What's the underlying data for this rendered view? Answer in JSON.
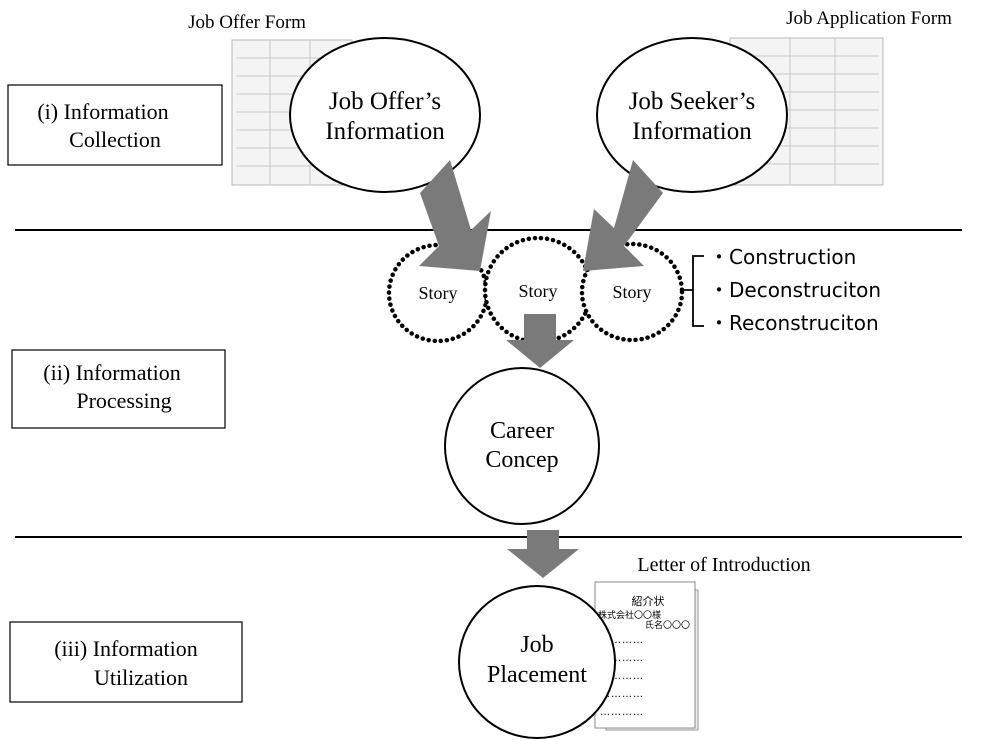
{
  "forms": {
    "job_offer_form": "Job Offer Form",
    "job_application_form": "Job Application Form",
    "letter_of_introduction": "Letter of Introduction"
  },
  "stages": [
    {
      "lines": [
        "(i) Information",
        "Collection"
      ]
    },
    {
      "lines": [
        "(ii) Information",
        "Processing"
      ]
    },
    {
      "lines": [
        "(iii) Information",
        "Utilization"
      ]
    }
  ],
  "nodes": {
    "job_offer_info": [
      "Job Offer’s",
      "Information"
    ],
    "job_seeker_info": [
      "Job Seeker’s",
      "Information"
    ],
    "story_1": "Story",
    "story_2": "Story",
    "story_3": "Story",
    "career_concept": [
      "Career",
      "Concep"
    ],
    "job_placement": [
      "Job",
      "Placement"
    ]
  },
  "story_processes": [
    "・Construction",
    "・Deconstruciton",
    "・Reconstruciton"
  ],
  "letter": {
    "title": "紹介状",
    "company": "株式会社〇〇様",
    "name": "氏名〇〇〇",
    "dots": "…………"
  },
  "colors": {
    "arrow": "#7a7a7a",
    "line": "#000000"
  }
}
